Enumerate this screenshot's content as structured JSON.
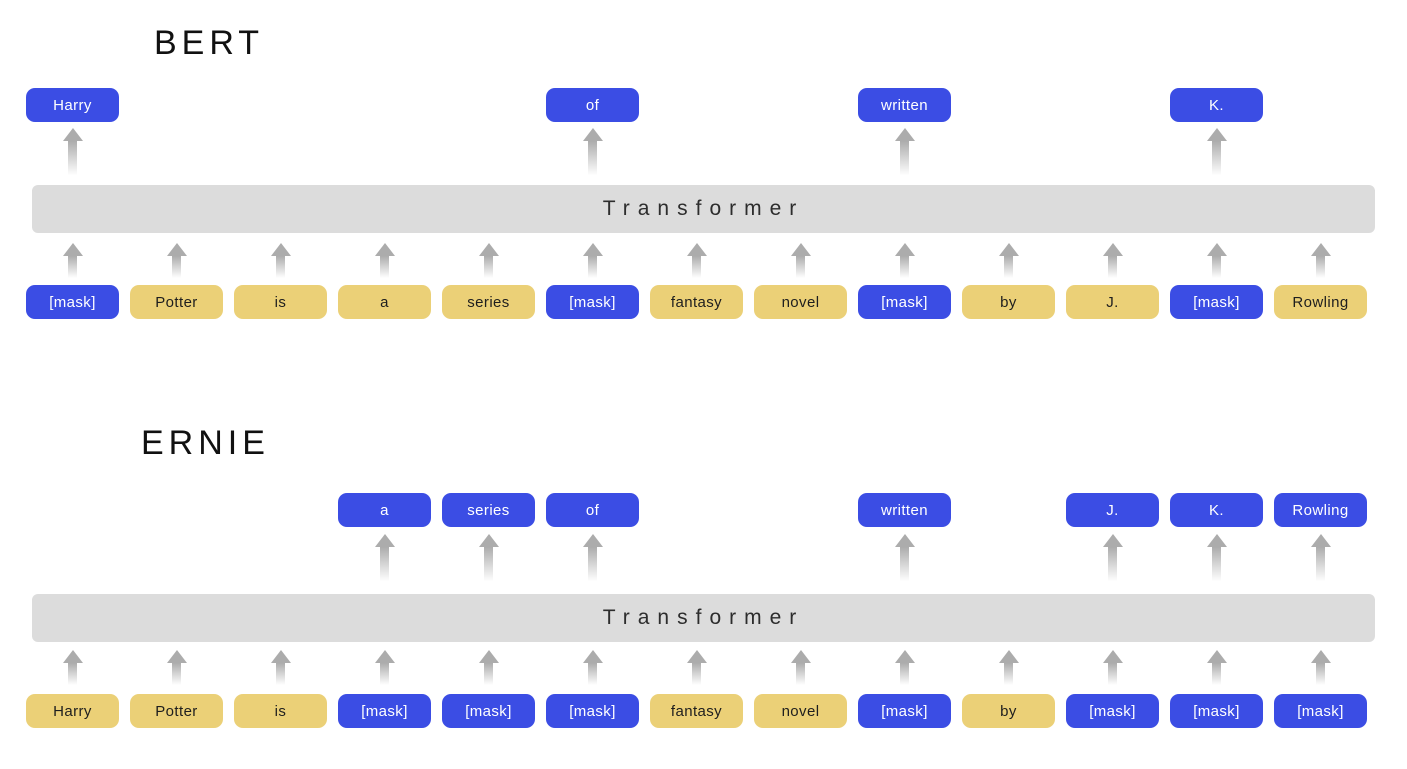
{
  "colors": {
    "mask_blue": "#3B4DE4",
    "token_yellow": "#EBD077",
    "transformer_gray": "#DCDCDC",
    "arrow_gray": "#ACACAC"
  },
  "sections": [
    {
      "id": "bert",
      "title": "BERT",
      "transformer_label": "Transformer",
      "columns": 13,
      "outputs": [
        {
          "col": 0,
          "text": "Harry"
        },
        {
          "col": 5,
          "text": "of"
        },
        {
          "col": 8,
          "text": "written"
        },
        {
          "col": 11,
          "text": "K."
        }
      ],
      "inputs": [
        {
          "text": "[mask]",
          "masked": true
        },
        {
          "text": "Potter",
          "masked": false
        },
        {
          "text": "is",
          "masked": false
        },
        {
          "text": "a",
          "masked": false
        },
        {
          "text": "series",
          "masked": false
        },
        {
          "text": "[mask]",
          "masked": true
        },
        {
          "text": "fantasy",
          "masked": false
        },
        {
          "text": "novel",
          "masked": false
        },
        {
          "text": "[mask]",
          "masked": true
        },
        {
          "text": "by",
          "masked": false
        },
        {
          "text": "J.",
          "masked": false
        },
        {
          "text": "[mask]",
          "masked": true
        },
        {
          "text": "Rowling",
          "masked": false
        }
      ]
    },
    {
      "id": "ernie",
      "title": "ERNIE",
      "transformer_label": "Transformer",
      "columns": 13,
      "outputs": [
        {
          "col": 3,
          "text": "a"
        },
        {
          "col": 4,
          "text": "series"
        },
        {
          "col": 5,
          "text": "of"
        },
        {
          "col": 8,
          "text": "written"
        },
        {
          "col": 10,
          "text": "J."
        },
        {
          "col": 11,
          "text": "K."
        },
        {
          "col": 12,
          "text": "Rowling"
        }
      ],
      "inputs": [
        {
          "text": "Harry",
          "masked": false
        },
        {
          "text": "Potter",
          "masked": false
        },
        {
          "text": "is",
          "masked": false
        },
        {
          "text": "[mask]",
          "masked": true
        },
        {
          "text": "[mask]",
          "masked": true
        },
        {
          "text": "[mask]",
          "masked": true
        },
        {
          "text": "fantasy",
          "masked": false
        },
        {
          "text": "novel",
          "masked": false
        },
        {
          "text": "[mask]",
          "masked": true
        },
        {
          "text": "by",
          "masked": false
        },
        {
          "text": "[mask]",
          "masked": true
        },
        {
          "text": "[mask]",
          "masked": true
        },
        {
          "text": "[mask]",
          "masked": true
        }
      ]
    }
  ]
}
